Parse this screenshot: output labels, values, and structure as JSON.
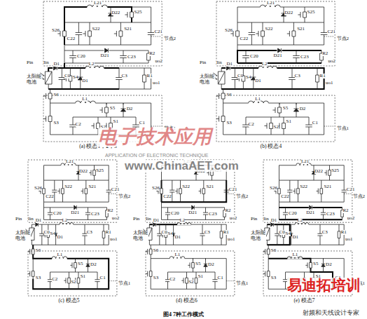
{
  "diagram": {
    "caption": "图4 7种工作模式",
    "labels": [
      "L21",
      "S25",
      "S22",
      "D22",
      "S21",
      "C21",
      "S26",
      "C22",
      "C20",
      "D21",
      "C23",
      "R2",
      "uo2",
      "节点2",
      "Pin",
      "Iin",
      "太阳能电池",
      "D1",
      "C0",
      "L2",
      "S4",
      "D1",
      "C3",
      "R1",
      "uo1",
      "S6",
      "L1",
      "S5",
      "D2",
      "S3",
      "C2",
      "S2",
      "S1",
      "C1",
      "节点1",
      "(a) 模态1，2，3",
      "L21",
      "S25",
      "S22",
      "D22",
      "S21",
      "C21",
      "S26",
      "C22",
      "C20",
      "D21",
      "C23",
      "R2",
      "uo2",
      "节点2",
      "Pin",
      "Iin",
      "太阳能电池",
      "D1",
      "C0",
      "L2",
      "S4",
      "D1",
      "C3",
      "R1",
      "uo1",
      "S6",
      "L1",
      "S5",
      "D2",
      "S3",
      "C2",
      "S2",
      "S1",
      "C1",
      "节点1",
      "(b) 模态4",
      "L21",
      "S25",
      "S22",
      "D22",
      "S21",
      "C21",
      "S26",
      "C22",
      "C20",
      "D21",
      "C23",
      "R2",
      "uo2",
      "节点2",
      "Pin",
      "Iin",
      "太阳能电池",
      "D1",
      "C0",
      "L2",
      "S4",
      "D1",
      "C3",
      "R1",
      "uo1",
      "S6",
      "L1",
      "S5",
      "D2",
      "S3",
      "C2",
      "S2",
      "S1",
      "C1",
      "节点1",
      "(c) 模态5",
      "L21",
      "S25",
      "S22",
      "D22",
      "S21",
      "C21",
      "S26",
      "C22",
      "C20",
      "D21",
      "C23",
      "R2",
      "uo2",
      "节点2",
      "Pin",
      "Iin",
      "太阳能电池",
      "D1",
      "C0",
      "L2",
      "S4",
      "D1",
      "C3",
      "R1",
      "uo1",
      "S6",
      "L1",
      "S5",
      "D2",
      "S3",
      "C2",
      "S2",
      "S1",
      "C1",
      "节点1",
      "(d) 模态6",
      "L21",
      "S25",
      "S22",
      "D22",
      "S21",
      "C21",
      "S26",
      "C22",
      "C20",
      "D21",
      "C23",
      "R2",
      "uo2",
      "节点2",
      "Pin",
      "Iin",
      "太阳能电池",
      "D1",
      "C0",
      "L2",
      "S4",
      "D1",
      "C3",
      "R1",
      "uo1",
      "S6",
      "L1",
      "S5",
      "D2",
      "S3",
      "C2",
      "S2",
      "S1",
      "C1",
      "节点1",
      "(e) 模态7",
      "电子技术应用",
      "APPLICATION OF ELECTRONIC TECHNIQUE",
      "www.ChinaAET.com",
      "易迪拓培训",
      "射频和天线设计专家"
    ]
  }
}
